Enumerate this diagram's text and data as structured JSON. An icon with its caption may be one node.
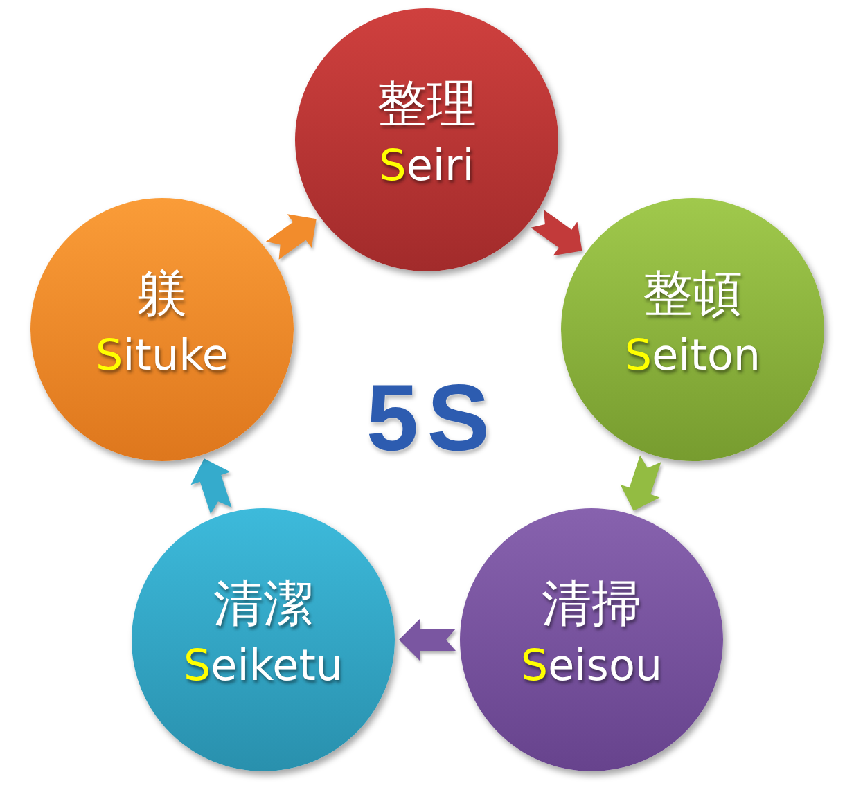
{
  "diagram": {
    "title": "5S",
    "nodes": [
      {
        "text": [
          "整理",
          "Seiri"
        ]
      },
      {
        "text": [
          "整頓",
          "Seiton"
        ]
      },
      {
        "text": [
          "清掃",
          "Seisou"
        ]
      },
      {
        "text": [
          "清潔",
          "Seiketu"
        ]
      },
      {
        "text": [
          "躾",
          "Situke"
        ]
      }
    ],
    "edges": [
      {
        "from": 0,
        "to": 1,
        "arrow": "to",
        "color": "#c23a3a"
      },
      {
        "from": 1,
        "to": 2,
        "arrow": "to",
        "color": "#93bc42"
      },
      {
        "from": 2,
        "to": 3,
        "arrow": "to",
        "color": "#7a56a1"
      },
      {
        "from": 3,
        "to": 4,
        "arrow": "to",
        "color": "#35abcc"
      },
      {
        "from": 4,
        "to": 0,
        "arrow": "to",
        "color": "#f28c2c"
      }
    ]
  }
}
